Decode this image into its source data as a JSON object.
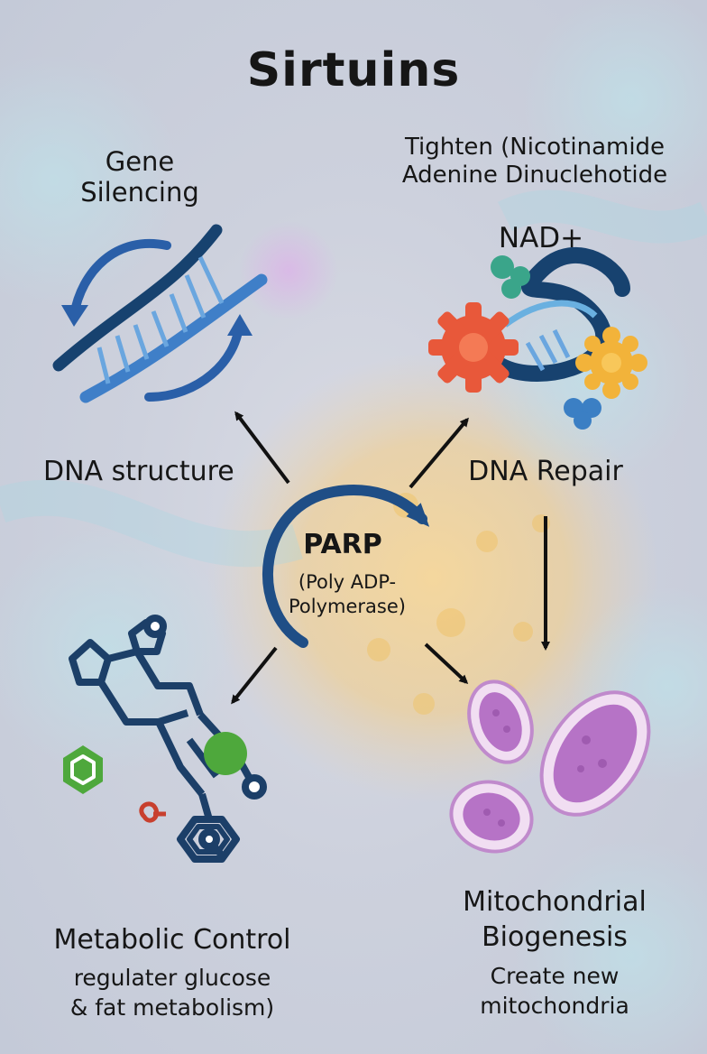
{
  "title": "Sirtuins",
  "nodes": {
    "gene_silencing": "Gene\nSilencing",
    "nad_description": "Tighten (Nicotinamide\nAdenine Dinuclehotide",
    "nad": "NAD+",
    "dna_structure": "DNA structure",
    "dna_repair": "DNA Repair",
    "parp_title": "PARP",
    "parp_description": "(Poly ADP-\nPolymerase)",
    "metabolic_control": "Metabolic Control",
    "metabolic_description": "regulater glucose\n& fat metabolism)",
    "mitochondrial_biogenesis": "Mitochondrial\nBiogenesis",
    "mitochondrial_description": "Create new\nmitochondria"
  },
  "colors": {
    "dna_blue": "#2a5fa8",
    "dna_navy": "#17426f",
    "parp_arc": "#1f4e86",
    "gear_orange": "#e8583a",
    "gear_yellow": "#f2b33a",
    "teal": "#3aa58a",
    "molecule_green": "#4ea83c",
    "molecule_red": "#c8402e",
    "mito_purple": "#b673c6",
    "cell_orange": "#f1c97a"
  },
  "icons": [
    "dna-helix-icon",
    "nad-gear-icon",
    "molecule-icon",
    "mitochondria-icon",
    "cell-background"
  ]
}
